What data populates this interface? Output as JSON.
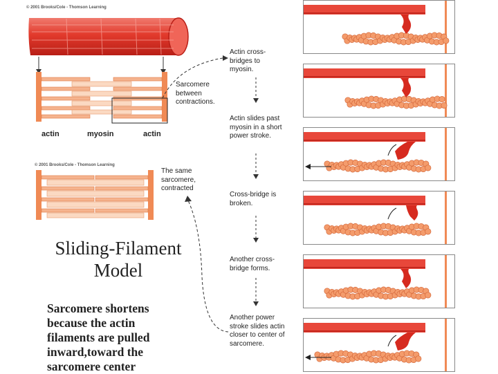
{
  "copyright_top": "© 2001 Brooks/Cole - Thomson Learning",
  "copyright_mid": "© 2001 Brooks/Cole - Thomson Learning",
  "sarcomere_labels": {
    "actin_left": "actin",
    "myosin": "myosin",
    "actin_right": "actin"
  },
  "relaxed_caption": "Sarcomere between contractions.",
  "contracted_caption": "The same sarcomere, contracted",
  "title": "Sliding-Filament Model",
  "description": "Sarcomere shortens because the actin filaments are pulled inward,toward the sarcomere center",
  "steps": [
    "Actin cross-bridges to myosin.",
    "Actin slides past myosin in a short power stroke.",
    "Cross-bridge is broken.",
    "Another cross-bridge forms.",
    "Another power stroke slides actin closer to center of sarcomere."
  ],
  "colors": {
    "muscle": "#e8473a",
    "filament": "#f08a55",
    "bead": "#f49c6c",
    "bead_edge": "#d4673a",
    "head": "#d62a1f"
  }
}
